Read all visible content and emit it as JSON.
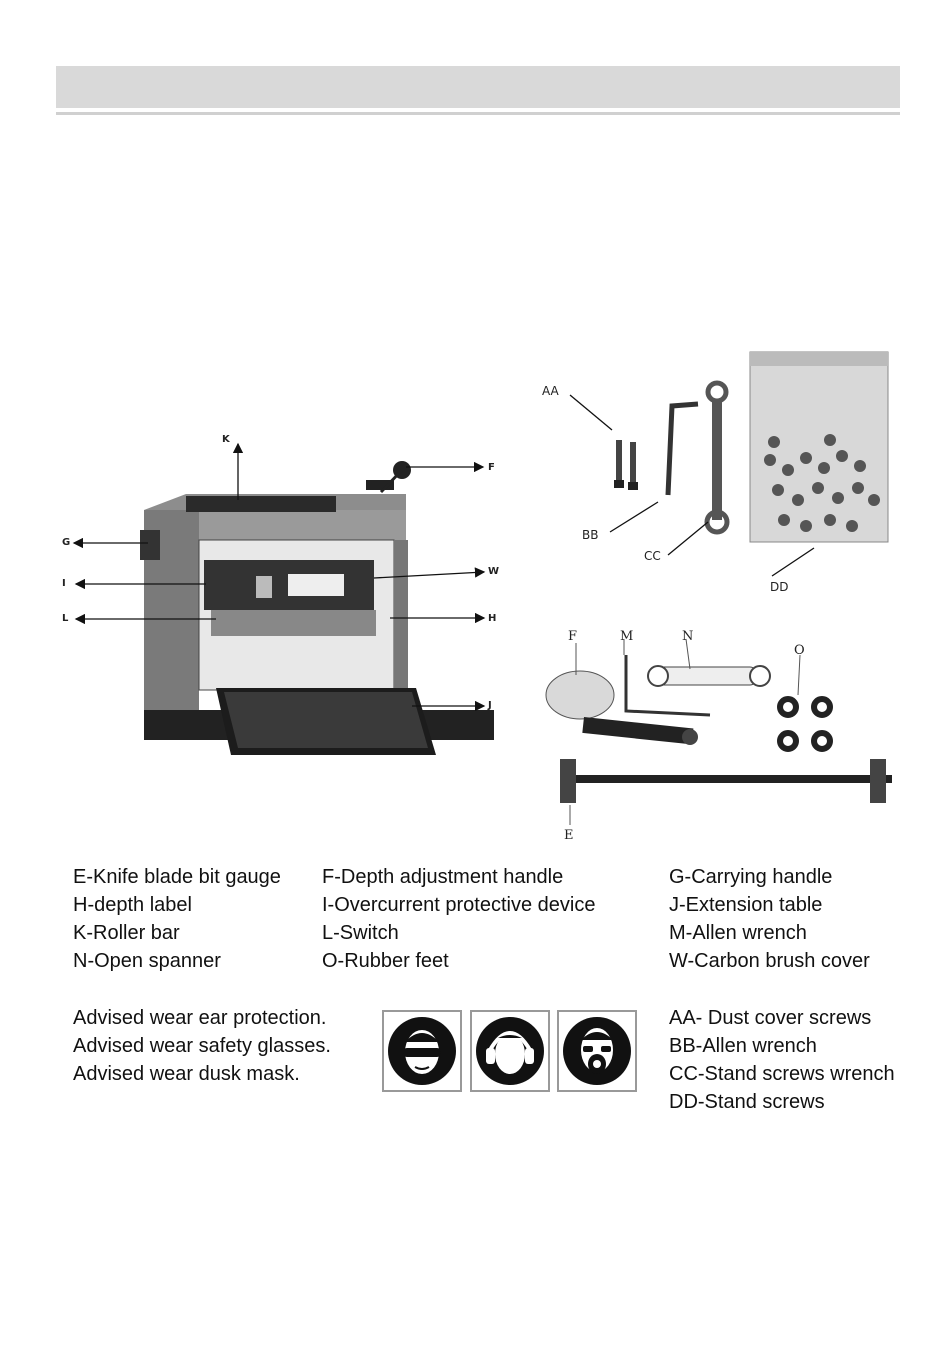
{
  "figure_labels": {
    "machine": {
      "K": "K",
      "F": "F",
      "G": "G",
      "I": "I",
      "W": "W",
      "L": "L",
      "H": "H",
      "J": "J"
    },
    "accessories": {
      "AA": "AA",
      "BB": "BB",
      "CC": "CC",
      "DD": "DD"
    },
    "parts": {
      "F": "F",
      "M": "M",
      "N": "N",
      "O": "O",
      "E": "E"
    }
  },
  "legend": {
    "rows": [
      [
        "E-Knife blade bit gauge",
        "F-Depth adjustment handle",
        "G-Carrying handle"
      ],
      [
        "H-depth label",
        "I-Overcurrent protective device",
        "J-Extension table"
      ],
      [
        "K-Roller bar",
        "L-Switch",
        "M-Allen wrench"
      ],
      [
        "N-Open spanner",
        "O-Rubber feet",
        "W-Carbon brush cover"
      ]
    ]
  },
  "advice": [
    "Advised wear ear protection.",
    "Advised wear safety glasses.",
    "Advised wear dusk mask."
  ],
  "safety_icons": [
    "safety-glasses-icon",
    "ear-protection-icon",
    "dust-mask-icon"
  ],
  "accessory_list": [
    "AA- Dust cover screws",
    "BB-Allen wrench",
    "CC-Stand screws wrench",
    "DD-Stand screws"
  ]
}
